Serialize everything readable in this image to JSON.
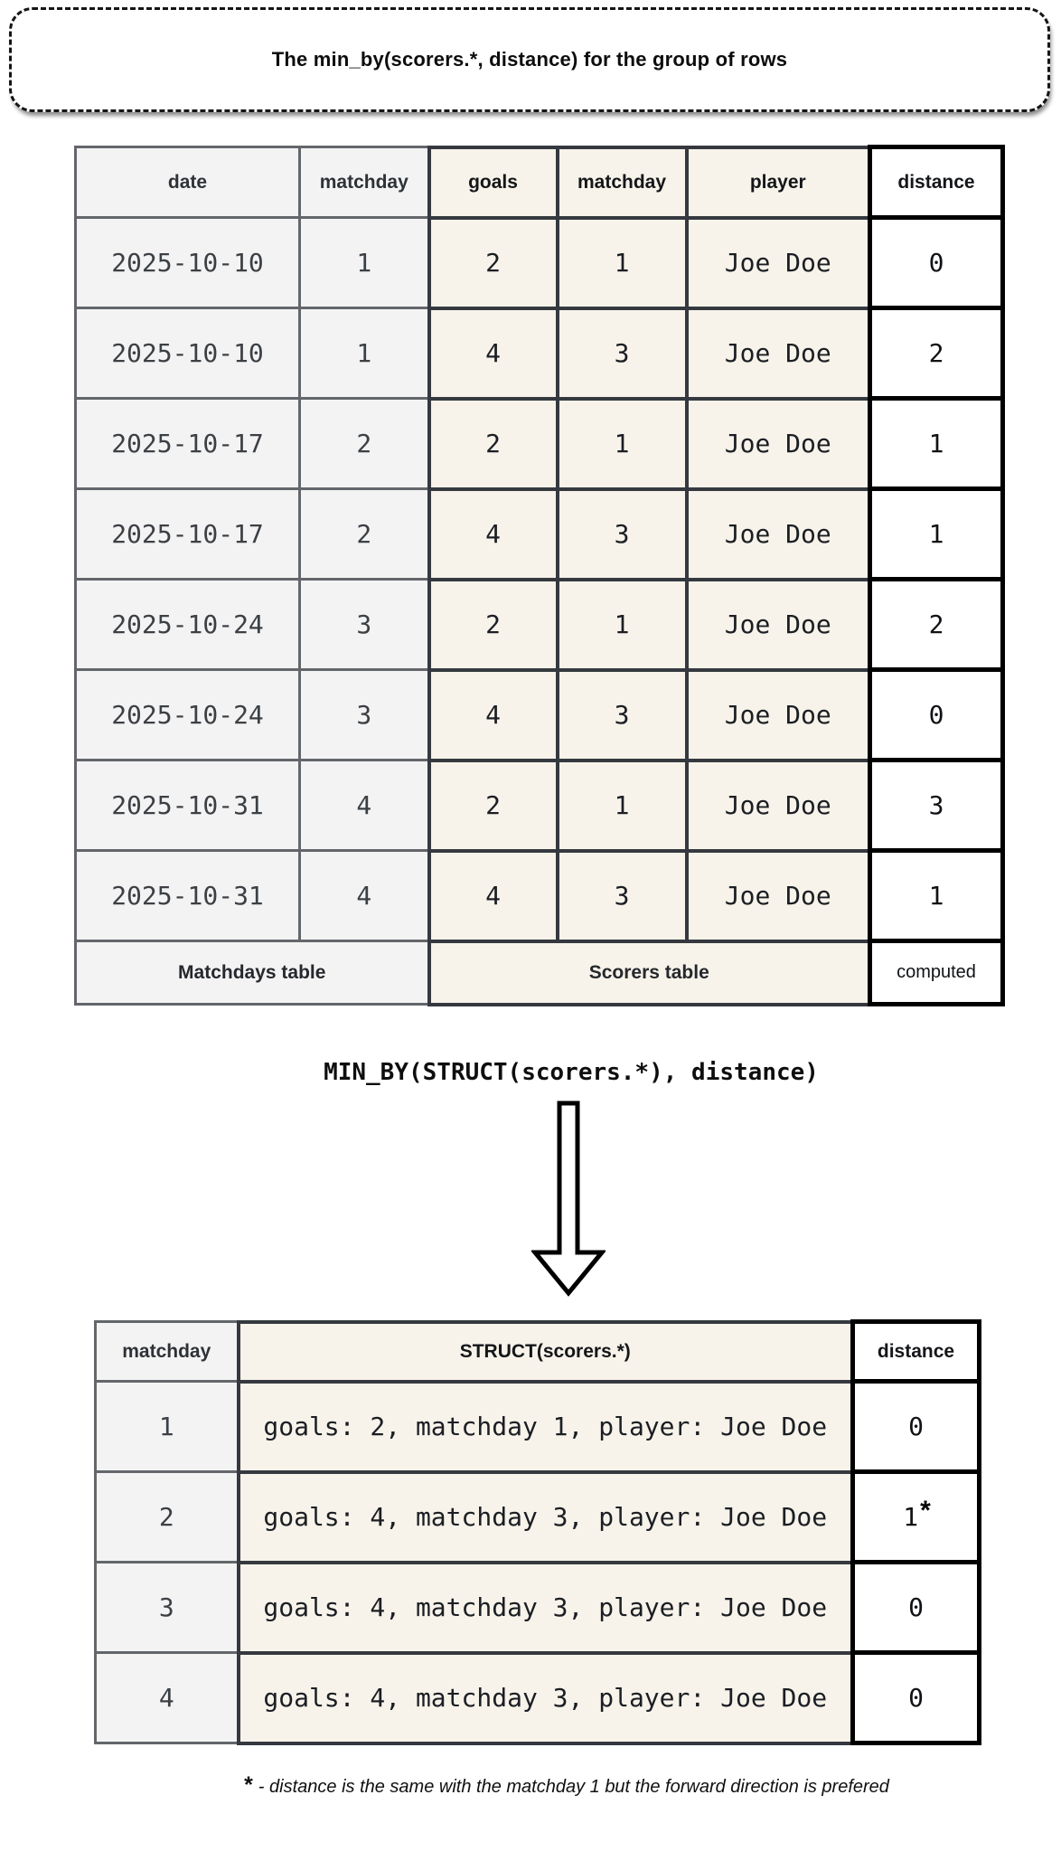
{
  "title": "The min_by(scorers.*, distance) for the group of rows",
  "table1": {
    "headers": [
      "date",
      "matchday",
      "goals",
      "matchday",
      "player",
      "distance"
    ],
    "rows": [
      [
        "2025-10-10",
        "1",
        "2",
        "1",
        "Joe Doe",
        "0"
      ],
      [
        "2025-10-10",
        "1",
        "4",
        "3",
        "Joe Doe",
        "2"
      ],
      [
        "2025-10-17",
        "2",
        "2",
        "1",
        "Joe Doe",
        "1"
      ],
      [
        "2025-10-17",
        "2",
        "4",
        "3",
        "Joe Doe",
        "1"
      ],
      [
        "2025-10-24",
        "3",
        "2",
        "1",
        "Joe Doe",
        "2"
      ],
      [
        "2025-10-24",
        "3",
        "4",
        "3",
        "Joe Doe",
        "0"
      ],
      [
        "2025-10-31",
        "4",
        "2",
        "1",
        "Joe Doe",
        "3"
      ],
      [
        "2025-10-31",
        "4",
        "4",
        "3",
        "Joe Doe",
        "1"
      ]
    ],
    "footer": {
      "matchdays": "Matchdays table",
      "scorers": "Scorers table",
      "computed": "computed"
    }
  },
  "formula": "MIN_BY(STRUCT(scorers.*), distance)",
  "arrow_icon": "down-arrow",
  "table2": {
    "headers": [
      "matchday",
      "STRUCT(scorers.*)",
      "distance"
    ],
    "rows": [
      {
        "matchday": "1",
        "struct": "goals: 2, matchday 1, player: Joe Doe",
        "distance": "0",
        "starred": false
      },
      {
        "matchday": "2",
        "struct": "goals: 4, matchday 3, player: Joe Doe",
        "distance": "1",
        "starred": true
      },
      {
        "matchday": "3",
        "struct": "goals: 4, matchday 3, player: Joe Doe",
        "distance": "0",
        "starred": false
      },
      {
        "matchday": "4",
        "struct": "goals: 4, matchday 3, player: Joe Doe",
        "distance": "0",
        "starred": false
      }
    ]
  },
  "footnote": {
    "marker": "*",
    "text": "- distance is the same with the matchday 1 but  the forward direction is prefered"
  },
  "colors": {
    "matchdays_bg": "#f3f3f3",
    "scorers_bg": "#f7f3ea",
    "computed_bg": "#ffffff",
    "matchdays_border": "#63666a",
    "scorers_border": "#35393f",
    "computed_border": "#000000"
  }
}
